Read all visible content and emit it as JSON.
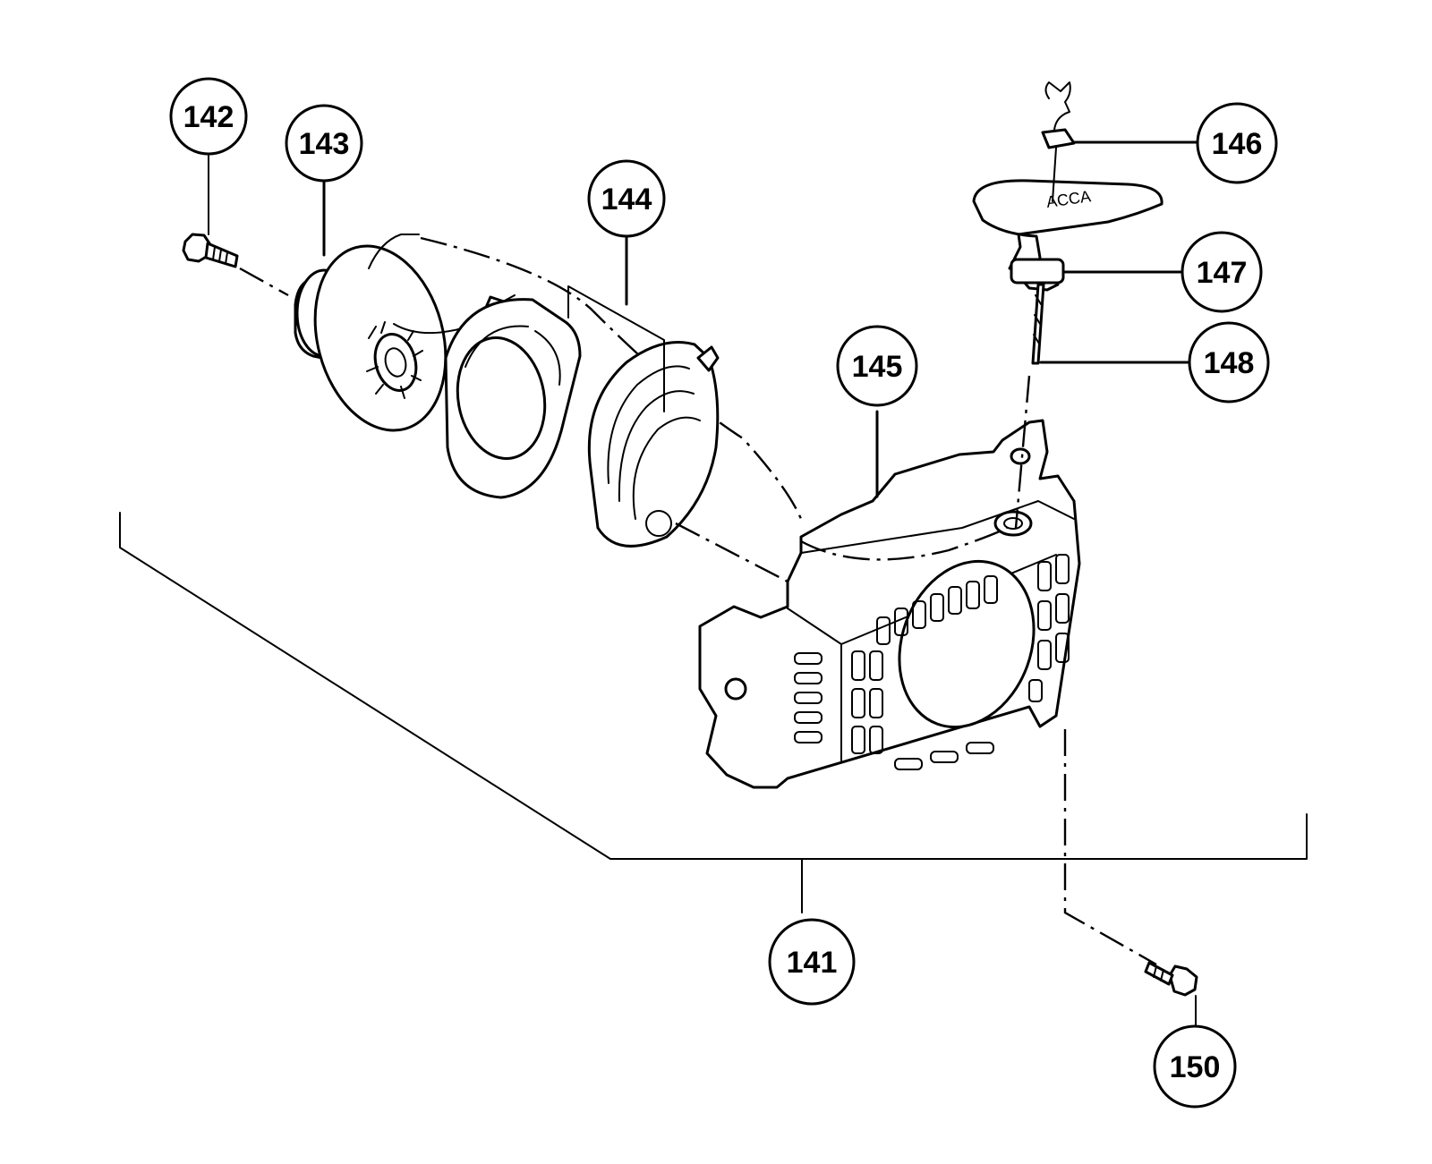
{
  "callouts": [
    {
      "id": "c141",
      "label": "141"
    },
    {
      "id": "c142",
      "label": "142"
    },
    {
      "id": "c143",
      "label": "143"
    },
    {
      "id": "c144",
      "label": "144"
    },
    {
      "id": "c145",
      "label": "145"
    },
    {
      "id": "c146",
      "label": "146"
    },
    {
      "id": "c147",
      "label": "147"
    },
    {
      "id": "c148",
      "label": "148"
    },
    {
      "id": "c150",
      "label": "150"
    }
  ],
  "handle_embossed_text": "ACCA"
}
